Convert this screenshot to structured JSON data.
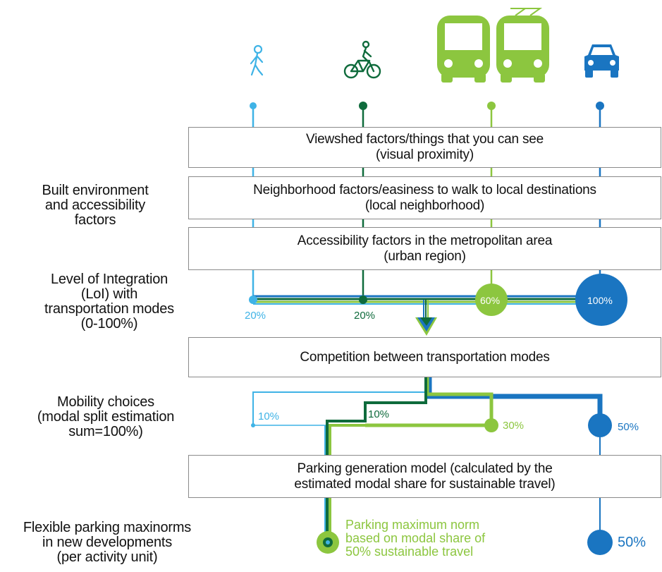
{
  "colors": {
    "walk": "#3fb3e6",
    "bike": "#0f6b3c",
    "transit": "#8cc63f",
    "car": "#1a75c1"
  },
  "icons": [
    "pedestrian-icon",
    "bicycle-icon",
    "bus-icon",
    "trolleybus-icon",
    "car-icon"
  ],
  "factor_boxes": [
    {
      "line1": "Viewshed factors/things that you can see",
      "line2": "(visual proximity)"
    },
    {
      "line1": "Neighborhood factors/easiness to walk to local destinations",
      "line2": "(local neighborhood)"
    },
    {
      "line1": "Accessibility factors in the metropolitan area",
      "line2": "(urban region)"
    }
  ],
  "competition_box": {
    "text": "Competition between transportation modes"
  },
  "parking_box": {
    "line1": "Parking generation model (calculated by the",
    "line2": "estimated modal share for sustainable travel)"
  },
  "left_labels": {
    "built_environment": [
      "Built environment",
      "and accessibility",
      "factors"
    ],
    "integration": [
      "Level of Integration",
      "(LoI) with",
      "transportation modes",
      "(0-100%)"
    ],
    "mobility": [
      "Mobility choices",
      "(modal split estimation",
      "sum=100%)"
    ],
    "parking": [
      "Flexible parking maxinorms",
      "in new developments",
      "(per activity unit)"
    ]
  },
  "integration_levels": {
    "walk": "20%",
    "bike": "20%",
    "transit": "60%",
    "car": "100%"
  },
  "modal_split": {
    "walk": "10%",
    "bike": "10%",
    "transit": "30%",
    "car": "50%"
  },
  "parking_result": {
    "note": [
      "Parking maximum norm",
      "based on modal share of",
      "50% sustainable travel"
    ],
    "car": "50%"
  }
}
